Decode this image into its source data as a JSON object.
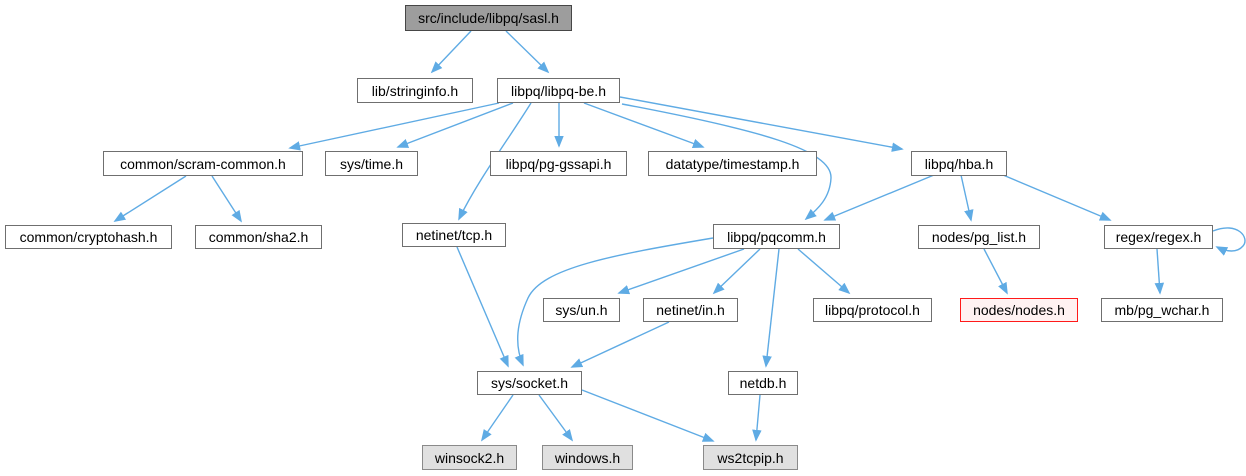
{
  "diagram": {
    "kind": "include-dependency-graph",
    "root_file": "src/include/libpq/sasl.h"
  },
  "colors": {
    "background": "#ffffff",
    "edge": "#5fabe4",
    "node_fill": "#ffffff",
    "node_border": "#6f6f6f",
    "root_fill": "#9d9d9d",
    "root_border": "#464646",
    "external_fill": "#e0e0e0",
    "highlight_fill": "#fff2f2",
    "highlight_border": "#ff1a1a",
    "text": "#000000"
  },
  "nodes": [
    {
      "id": "sasl",
      "label": "src/include/libpq/sasl.h",
      "kind": "root"
    },
    {
      "id": "stringinfo",
      "label": "lib/stringinfo.h",
      "kind": "normal"
    },
    {
      "id": "libpq-be",
      "label": "libpq/libpq-be.h",
      "kind": "normal"
    },
    {
      "id": "scram",
      "label": "common/scram-common.h",
      "kind": "normal"
    },
    {
      "id": "sys-time",
      "label": "sys/time.h",
      "kind": "normal"
    },
    {
      "id": "pg-gssapi",
      "label": "libpq/pg-gssapi.h",
      "kind": "normal"
    },
    {
      "id": "timestamp",
      "label": "datatype/timestamp.h",
      "kind": "normal"
    },
    {
      "id": "hba",
      "label": "libpq/hba.h",
      "kind": "normal"
    },
    {
      "id": "cryptohash",
      "label": "common/cryptohash.h",
      "kind": "normal"
    },
    {
      "id": "sha2",
      "label": "common/sha2.h",
      "kind": "normal"
    },
    {
      "id": "netinet-tcp",
      "label": "netinet/tcp.h",
      "kind": "normal"
    },
    {
      "id": "pqcomm",
      "label": "libpq/pqcomm.h",
      "kind": "normal"
    },
    {
      "id": "pg-list",
      "label": "nodes/pg_list.h",
      "kind": "normal"
    },
    {
      "id": "regex",
      "label": "regex/regex.h",
      "kind": "normal"
    },
    {
      "id": "sys-un",
      "label": "sys/un.h",
      "kind": "normal"
    },
    {
      "id": "netinet-in",
      "label": "netinet/in.h",
      "kind": "normal"
    },
    {
      "id": "protocol",
      "label": "libpq/protocol.h",
      "kind": "normal"
    },
    {
      "id": "nodes-nodes",
      "label": "nodes/nodes.h",
      "kind": "highlight"
    },
    {
      "id": "pg-wchar",
      "label": "mb/pg_wchar.h",
      "kind": "normal"
    },
    {
      "id": "sys-socket",
      "label": "sys/socket.h",
      "kind": "normal"
    },
    {
      "id": "netdb",
      "label": "netdb.h",
      "kind": "normal"
    },
    {
      "id": "winsock2",
      "label": "winsock2.h",
      "kind": "external"
    },
    {
      "id": "windows",
      "label": "windows.h",
      "kind": "external"
    },
    {
      "id": "ws2tcpip",
      "label": "ws2tcpip.h",
      "kind": "external"
    }
  ],
  "edges": [
    {
      "from": "src/include/libpq/sasl.h",
      "to": "lib/stringinfo.h"
    },
    {
      "from": "src/include/libpq/sasl.h",
      "to": "libpq/libpq-be.h"
    },
    {
      "from": "libpq/libpq-be.h",
      "to": "common/scram-common.h"
    },
    {
      "from": "libpq/libpq-be.h",
      "to": "sys/time.h"
    },
    {
      "from": "libpq/libpq-be.h",
      "to": "netinet/tcp.h"
    },
    {
      "from": "libpq/libpq-be.h",
      "to": "libpq/pg-gssapi.h"
    },
    {
      "from": "libpq/libpq-be.h",
      "to": "datatype/timestamp.h"
    },
    {
      "from": "libpq/libpq-be.h",
      "to": "libpq/hba.h"
    },
    {
      "from": "libpq/libpq-be.h",
      "to": "libpq/pqcomm.h"
    },
    {
      "from": "common/scram-common.h",
      "to": "common/cryptohash.h"
    },
    {
      "from": "common/scram-common.h",
      "to": "common/sha2.h"
    },
    {
      "from": "libpq/hba.h",
      "to": "libpq/pqcomm.h"
    },
    {
      "from": "libpq/hba.h",
      "to": "nodes/pg_list.h"
    },
    {
      "from": "libpq/hba.h",
      "to": "regex/regex.h"
    },
    {
      "from": "libpq/pqcomm.h",
      "to": "sys/un.h"
    },
    {
      "from": "libpq/pqcomm.h",
      "to": "netinet/in.h"
    },
    {
      "from": "libpq/pqcomm.h",
      "to": "libpq/protocol.h"
    },
    {
      "from": "libpq/pqcomm.h",
      "to": "netdb.h"
    },
    {
      "from": "libpq/pqcomm.h",
      "to": "sys/socket.h"
    },
    {
      "from": "netinet/tcp.h",
      "to": "sys/socket.h"
    },
    {
      "from": "netinet/in.h",
      "to": "sys/socket.h"
    },
    {
      "from": "nodes/pg_list.h",
      "to": "nodes/nodes.h"
    },
    {
      "from": "regex/regex.h",
      "to": "regex/regex.h"
    },
    {
      "from": "regex/regex.h",
      "to": "mb/pg_wchar.h"
    },
    {
      "from": "sys/socket.h",
      "to": "winsock2.h"
    },
    {
      "from": "sys/socket.h",
      "to": "windows.h"
    },
    {
      "from": "sys/socket.h",
      "to": "ws2tcpip.h"
    },
    {
      "from": "netdb.h",
      "to": "ws2tcpip.h"
    }
  ]
}
